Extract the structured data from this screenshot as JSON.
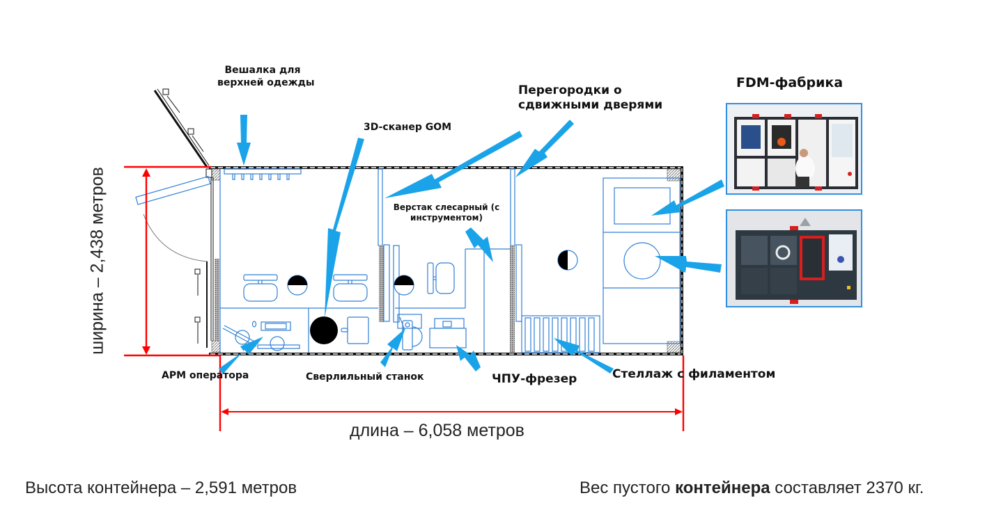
{
  "labels": {
    "coat_rack": [
      "Вешалка для",
      "верхней одежды"
    ],
    "scanner": "3D-сканер GOM",
    "partitions": [
      "Перегородки о",
      "сдвижными дверями"
    ],
    "fdm_factory": "FDM-фабрика",
    "workbench": [
      "Верстак слесарный (с",
      "инструментом)"
    ],
    "operator_workstation": "АРМ оператора",
    "drilling_machine": "Сверлильный станок",
    "cnc_mill": "ЧПУ-фрезер",
    "filament_rack": "Стеллаж с филаментом"
  },
  "dimensions": {
    "width": "ширина – 2,438 метров",
    "length": "длина – 6,058 метров"
  },
  "footer": {
    "height": "Высота контейнера – 2,591 метров",
    "weight_prefix": "Вес пустого ",
    "weight_bold": "контейнера",
    "weight_suffix": " составляет 2370 кг."
  },
  "colors": {
    "arrow": "#1aa3e8",
    "plan_line": "#2f7fd6",
    "dimension": "#ff0000"
  }
}
